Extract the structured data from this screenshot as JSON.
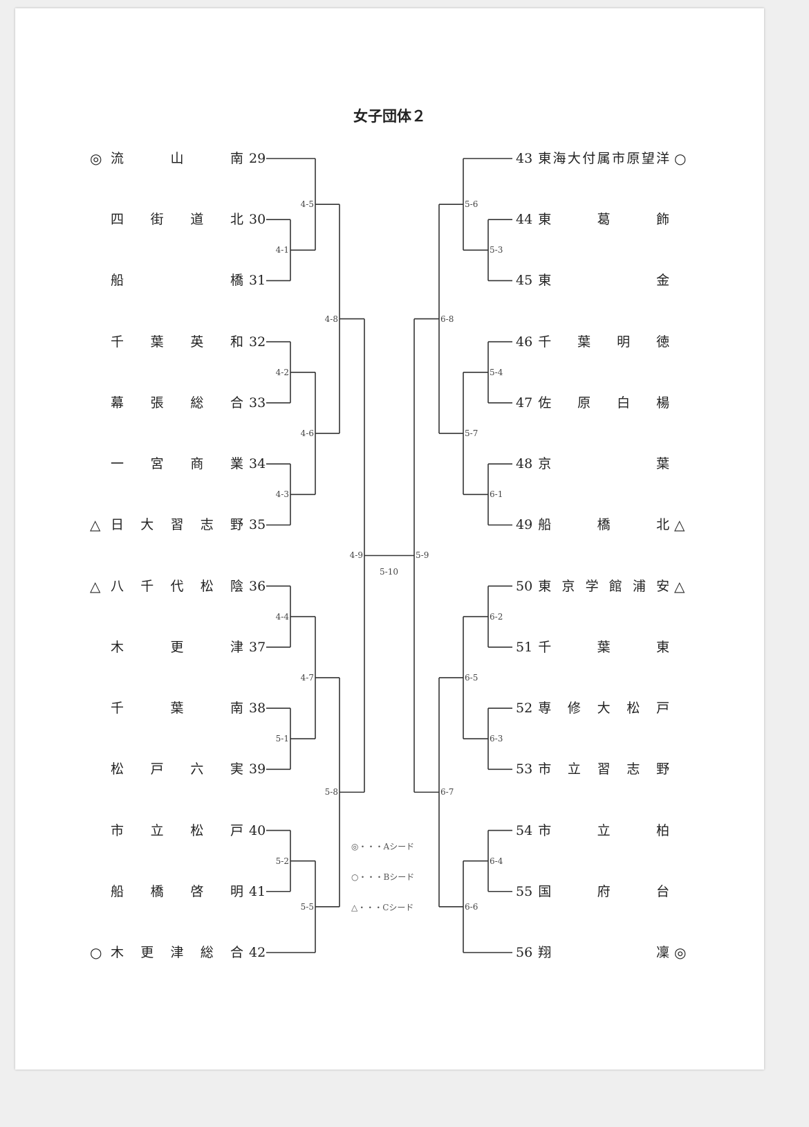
{
  "title": "女子団体２",
  "left_teams": [
    {
      "num": "29",
      "name": "流山南",
      "seed": "◎"
    },
    {
      "num": "30",
      "name": "四街道北",
      "seed": ""
    },
    {
      "num": "31",
      "name": "船橋",
      "seed": ""
    },
    {
      "num": "32",
      "name": "千葉英和",
      "seed": ""
    },
    {
      "num": "33",
      "name": "幕張総合",
      "seed": ""
    },
    {
      "num": "34",
      "name": "一宮商業",
      "seed": ""
    },
    {
      "num": "35",
      "name": "日大習志野",
      "seed": "△"
    },
    {
      "num": "36",
      "name": "八千代松陰",
      "seed": "△"
    },
    {
      "num": "37",
      "name": "木更津",
      "seed": ""
    },
    {
      "num": "38",
      "name": "千葉南",
      "seed": ""
    },
    {
      "num": "39",
      "name": "松戸六実",
      "seed": ""
    },
    {
      "num": "40",
      "name": "市立松戸",
      "seed": ""
    },
    {
      "num": "41",
      "name": "船橋啓明",
      "seed": ""
    },
    {
      "num": "42",
      "name": "木更津総合",
      "seed": "○"
    }
  ],
  "right_teams": [
    {
      "num": "43",
      "name": "東海大付属市原望洋",
      "seed": "○"
    },
    {
      "num": "44",
      "name": "東葛飾",
      "seed": ""
    },
    {
      "num": "45",
      "name": "東金",
      "seed": ""
    },
    {
      "num": "46",
      "name": "千葉明徳",
      "seed": ""
    },
    {
      "num": "47",
      "name": "佐原白楊",
      "seed": ""
    },
    {
      "num": "48",
      "name": "京葉",
      "seed": ""
    },
    {
      "num": "49",
      "name": "船橋北",
      "seed": "△"
    },
    {
      "num": "50",
      "name": "東京学館浦安",
      "seed": "△"
    },
    {
      "num": "51",
      "name": "千葉東",
      "seed": ""
    },
    {
      "num": "52",
      "name": "専修大松戸",
      "seed": ""
    },
    {
      "num": "53",
      "name": "市立習志野",
      "seed": ""
    },
    {
      "num": "54",
      "name": "市立柏",
      "seed": ""
    },
    {
      "num": "55",
      "name": "国府台",
      "seed": ""
    },
    {
      "num": "56",
      "name": "翔凜",
      "seed": "◎"
    }
  ],
  "matches": [
    "4-1",
    "4-2",
    "4-3",
    "4-4",
    "4-5",
    "4-6",
    "4-7",
    "4-8",
    "4-9",
    "5-1",
    "5-2",
    "5-5",
    "5-8",
    "5-3",
    "5-4",
    "5-6",
    "5-7",
    "6-1",
    "6-8",
    "6-2",
    "6-3",
    "6-4",
    "6-5",
    "6-6",
    "6-7",
    "5-9",
    "5-10"
  ],
  "legend": [
    "◎・・・Aシード",
    "○・・・Bシード",
    "△・・・Cシード"
  ]
}
